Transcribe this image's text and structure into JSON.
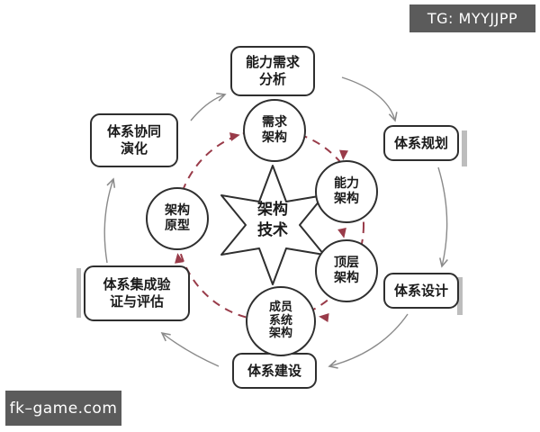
{
  "badges": {
    "top_right": "TG: MYYJJPP",
    "bottom_left": "fk–game.com"
  },
  "star": {
    "line1": "架构",
    "line2": "技术"
  },
  "outer_boxes": {
    "capability_requirement_analysis": {
      "line1": "能力需求",
      "line2": "分析"
    },
    "sos_planning": {
      "label": "体系规划"
    },
    "sos_design": {
      "label": "体系设计"
    },
    "sos_construction": {
      "label": "体系建设"
    },
    "sos_integration_evaluation": {
      "line1": "体系集成验",
      "line2": "证与评估"
    },
    "sos_collaborative_evolution": {
      "line1": "体系协同",
      "line2": "演化"
    }
  },
  "circles": {
    "requirement_architecture": {
      "line1": "需求",
      "line2": "架构"
    },
    "capability_architecture": {
      "line1": "能力",
      "line2": "架构"
    },
    "top_level_architecture": {
      "line1": "顶层",
      "line2": "架构"
    },
    "member_system_architecture": {
      "line1": "成员",
      "line2": "系统",
      "line3": "架构"
    },
    "architecture_prototype": {
      "line1": "架构",
      "line2": "原型"
    }
  },
  "colors": {
    "dashed_ring": "#993b49",
    "outer_arrow": "#8a8a8a",
    "line": "#2f2f2f",
    "badge_bg": "#5b5b5b"
  },
  "flow": {
    "outer_cycle": "能力需求分析 → 体系规划 → 体系设计 → 体系建设 → 体系集成验证与评估 → 体系协同演化 → 能力需求分析",
    "inner_cycle": "需求架构 → 能力架构 → 顶层架构 → 成员系统架构 → 架构原型 → 需求架构"
  }
}
